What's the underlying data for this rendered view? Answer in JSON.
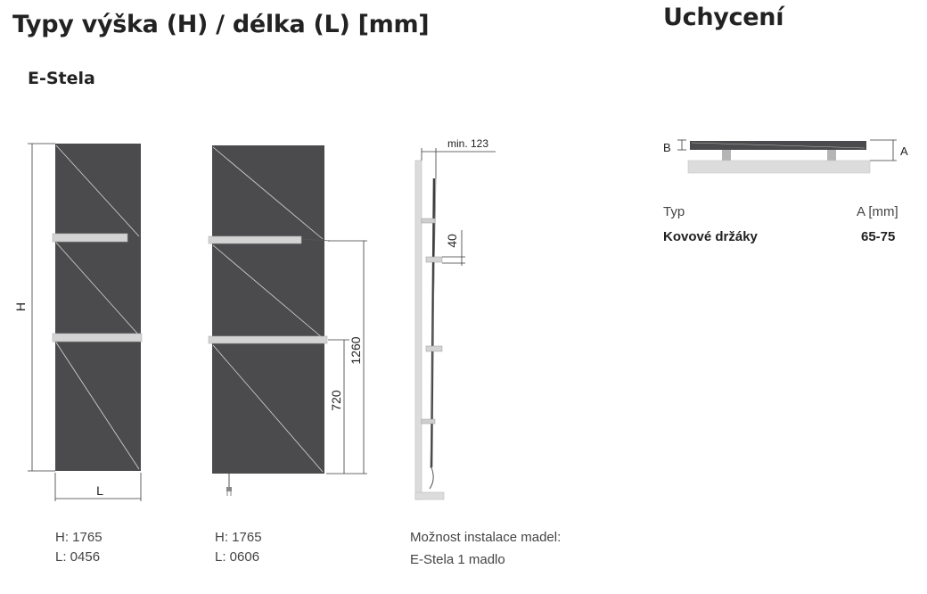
{
  "header": {
    "title": "Typy výška (H) / délka (L) [mm]",
    "side_title": "Uchycení",
    "subtitle": "E-Stela"
  },
  "drawings": {
    "front_1": {
      "dim_height": "H",
      "dim_width": "L"
    },
    "front_2": {
      "dim_1260": "1260",
      "dim_720": "720"
    },
    "side": {
      "dim_min": "min. 123",
      "dim_40": "40"
    },
    "mount": {
      "label_b": "B",
      "label_a": "A"
    }
  },
  "models": [
    {
      "h": "H: 1765",
      "l": "L: 0456"
    },
    {
      "h": "H: 1765",
      "l": "L: 0606"
    }
  ],
  "install_note": {
    "line1": "Možnost instalace madel:",
    "line2": "E-Stela 1 madlo"
  },
  "mount_table": {
    "headers": {
      "type": "Typ",
      "a": "A [mm]"
    },
    "rows": [
      {
        "type": "Kovové držáky",
        "a": "65-75"
      }
    ]
  },
  "colors": {
    "panel": "#4b4b4d",
    "bar": "#d4d4d4",
    "line": "#3a3a3a",
    "wall": "#dcdcdc"
  }
}
